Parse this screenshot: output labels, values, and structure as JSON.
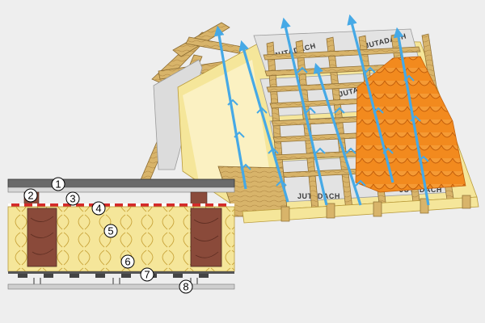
{
  "diagram": {
    "watermark_text": "JUTADACH",
    "callouts": [
      "1",
      "2",
      "3",
      "4",
      "5",
      "6",
      "7",
      "8"
    ]
  },
  "colors": {
    "background": "#eeeeee",
    "insulation": "#f5e69a",
    "timber": "#d8b46a",
    "rafter": "#8a4a3a",
    "tile": "#f28a1e",
    "membrane": "#e2e2e2",
    "airflow_arrow": "#46a9e6",
    "red_membrane": "#d42a2a"
  },
  "icons": [
    "airflow-arrow-icon"
  ]
}
